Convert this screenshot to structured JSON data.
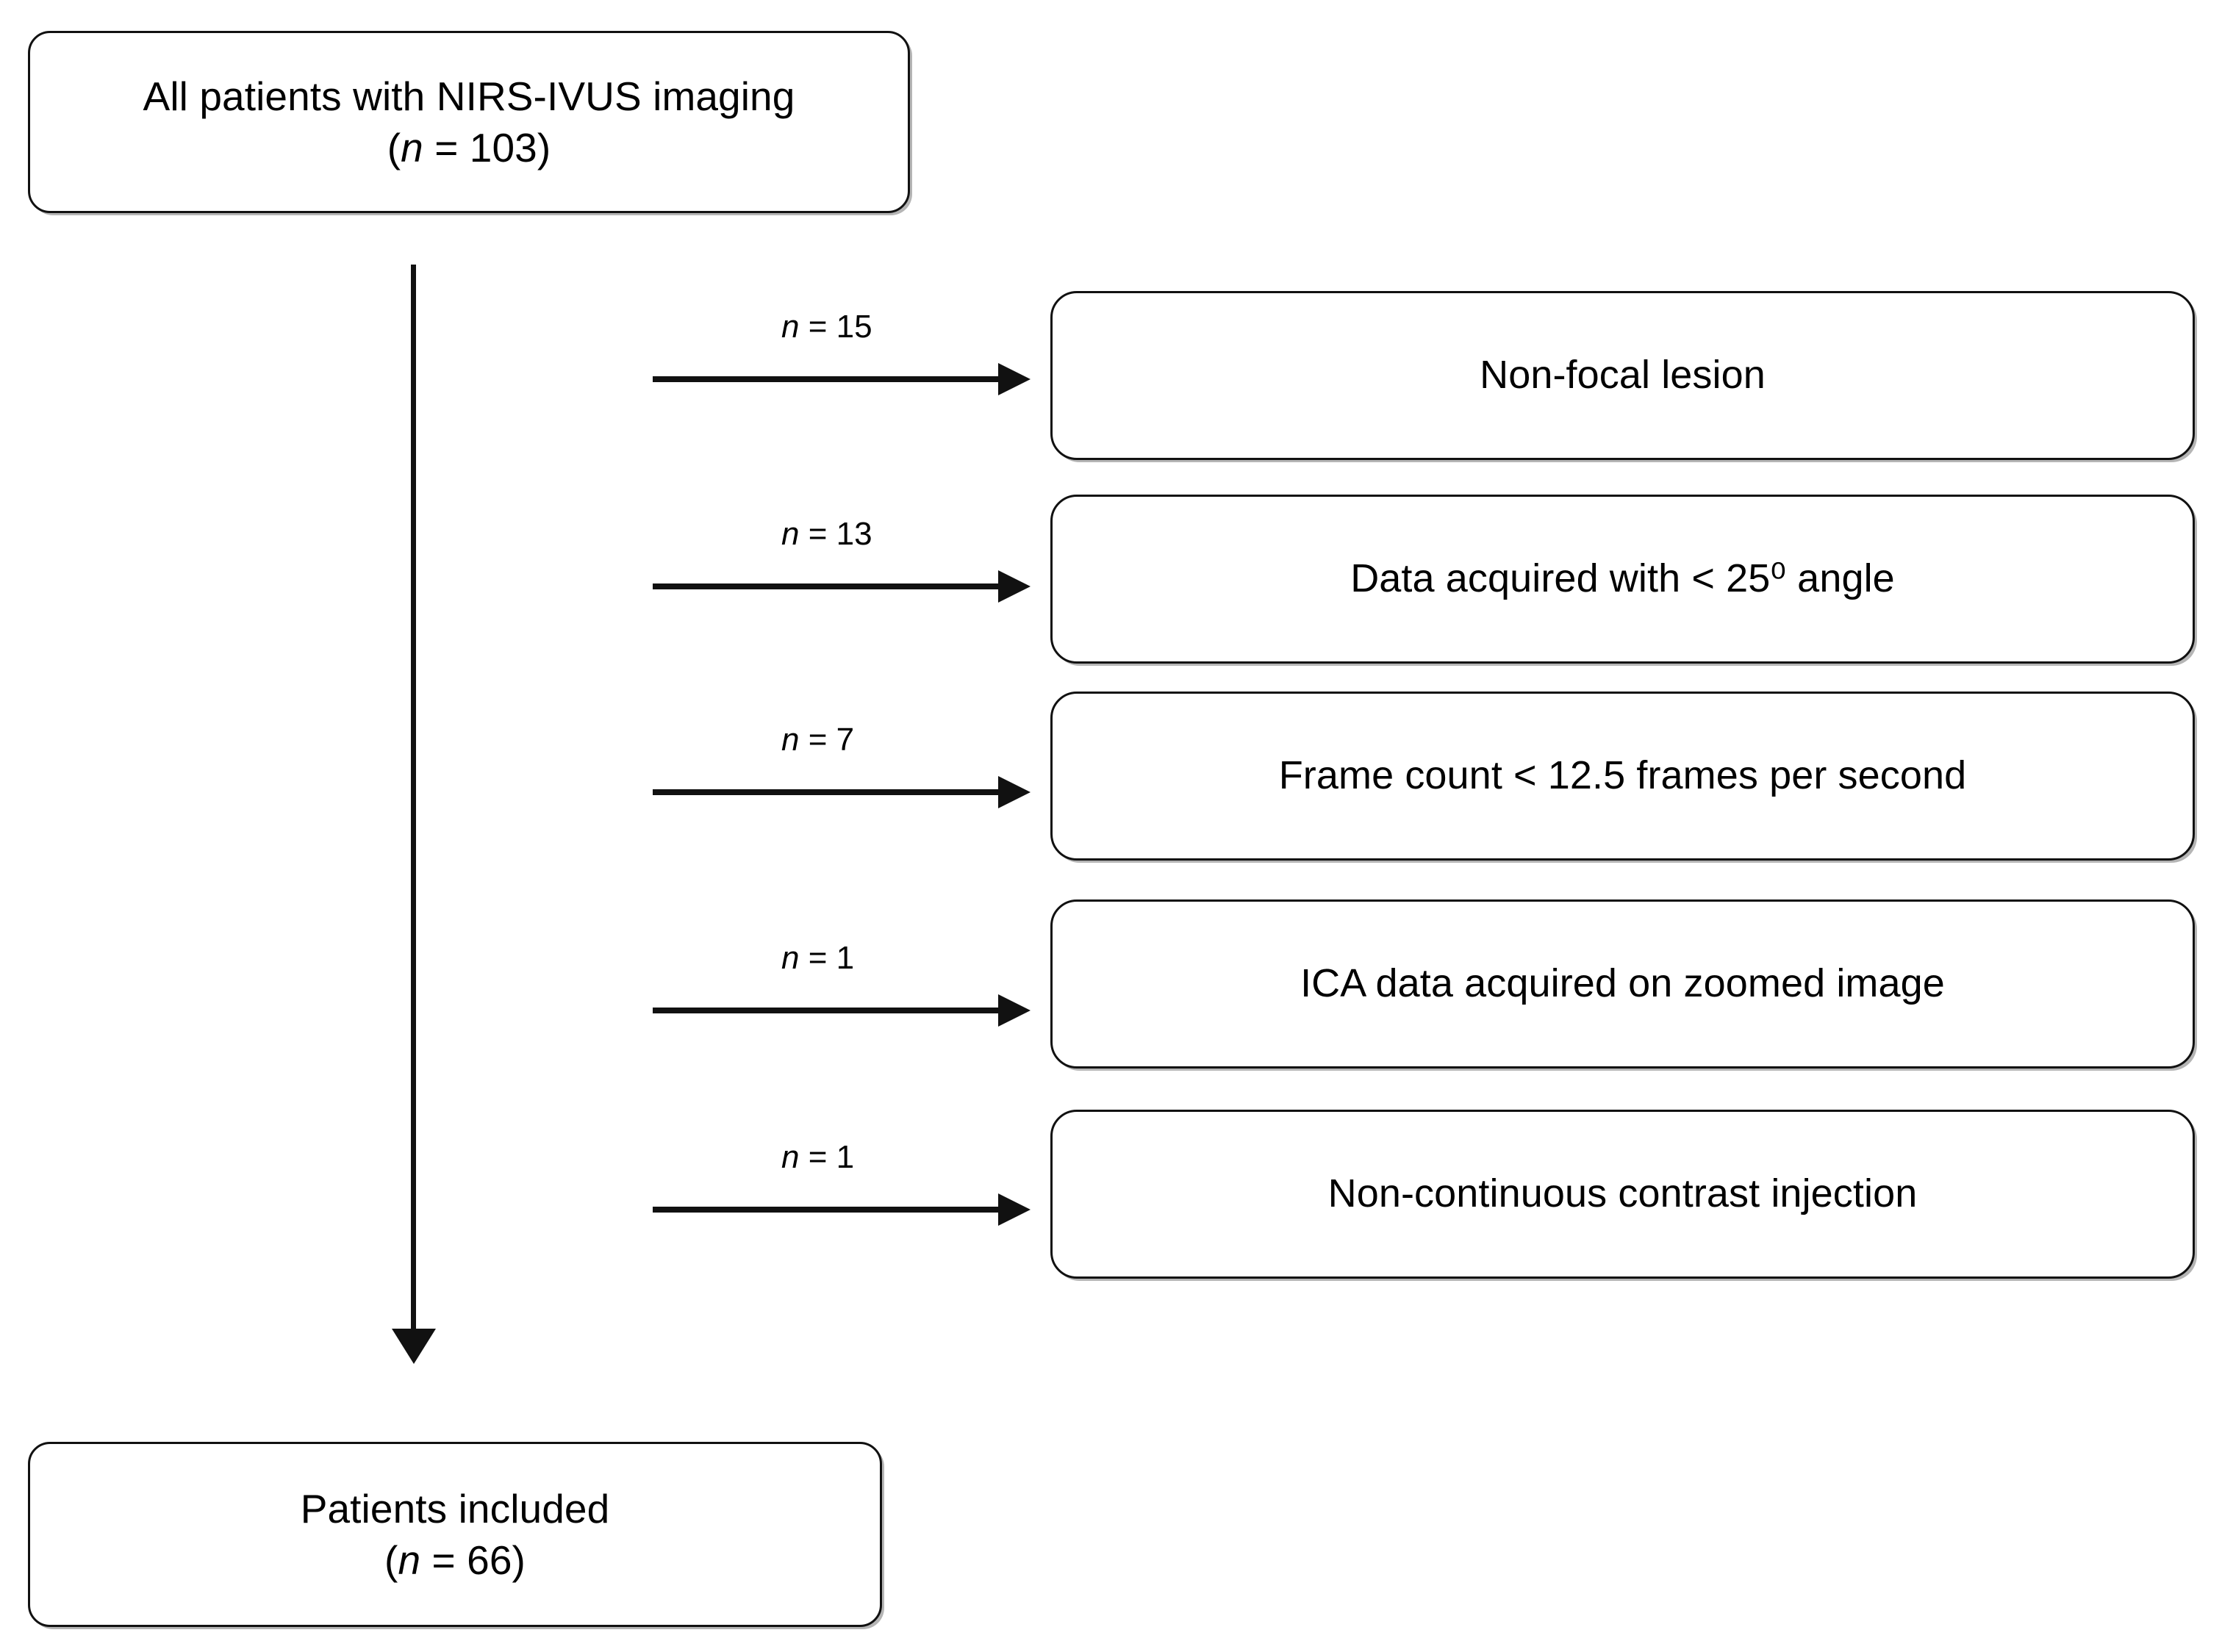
{
  "figure": {
    "type": "flowchart",
    "orientation": "vertical-with-side-exclusions",
    "accent_color": "#111111",
    "background": "#ffffff"
  },
  "start_node": {
    "line1": "All patients with NIRS-IVUS imaging",
    "n_prefix": "(",
    "n_italic": "n",
    "n_value": " = 103)"
  },
  "end_node": {
    "line1": "Patients included",
    "n_prefix": "(",
    "n_italic": "n",
    "n_value": " = 66)"
  },
  "exclusions": [
    {
      "count_italic": "n",
      "count_value": " = 15",
      "reason": "Non-focal lesion"
    },
    {
      "count_italic": "n",
      "count_value": " = 13",
      "reason": "Data acquired with < 25⁰ angle"
    },
    {
      "count_italic": "n",
      "count_value": " = 7",
      "reason": "Frame count < 12.5 frames per second"
    },
    {
      "count_italic": "n",
      "count_value": " = 1",
      "reason": "ICA data acquired on zoomed image"
    },
    {
      "count_italic": "n",
      "count_value": " = 1",
      "reason": "Non-continuous contrast injection"
    }
  ]
}
